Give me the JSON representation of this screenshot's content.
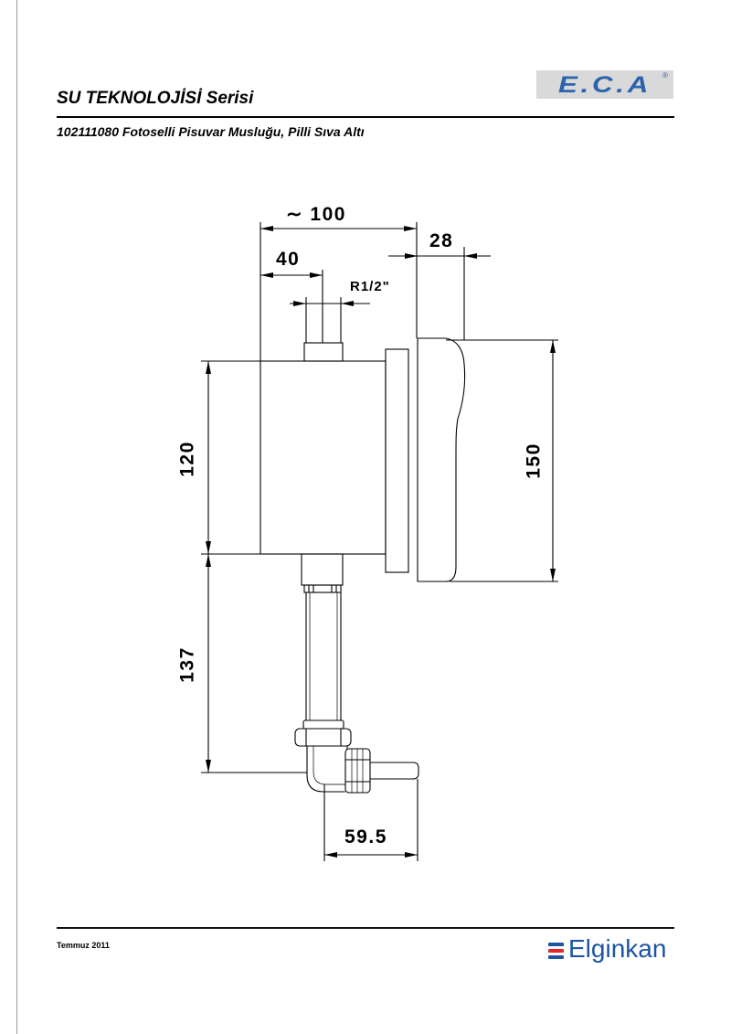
{
  "header": {
    "series": "SU TEKNOLOJİSİ",
    "series_suffix": "Serisi",
    "product": "102111080 Fotoselli Pisuvar Musluğu, Pilli Sıva Altı"
  },
  "brand_logo": {
    "text": "E.C.A",
    "registered_mark": "®",
    "text_color": "#2b63ad",
    "background_color": "#d9d9d9"
  },
  "drawing": {
    "dimensions": {
      "overall_width": "∼ 100",
      "pipe_offset": "40",
      "thread_size": "R1/2\"",
      "cover_depth": "28",
      "body_height": "120",
      "cover_height": "150",
      "outlet_drop": "137",
      "outlet_reach": "59.5"
    }
  },
  "footer": {
    "date": "Temmuz 2011",
    "company_logo": {
      "text": "Elginkan",
      "icon": "stripes-icon",
      "text_color": "#1d55a3",
      "stripe_colors": [
        "#1d55a3",
        "#e3262b",
        "#1d55a3"
      ]
    }
  }
}
